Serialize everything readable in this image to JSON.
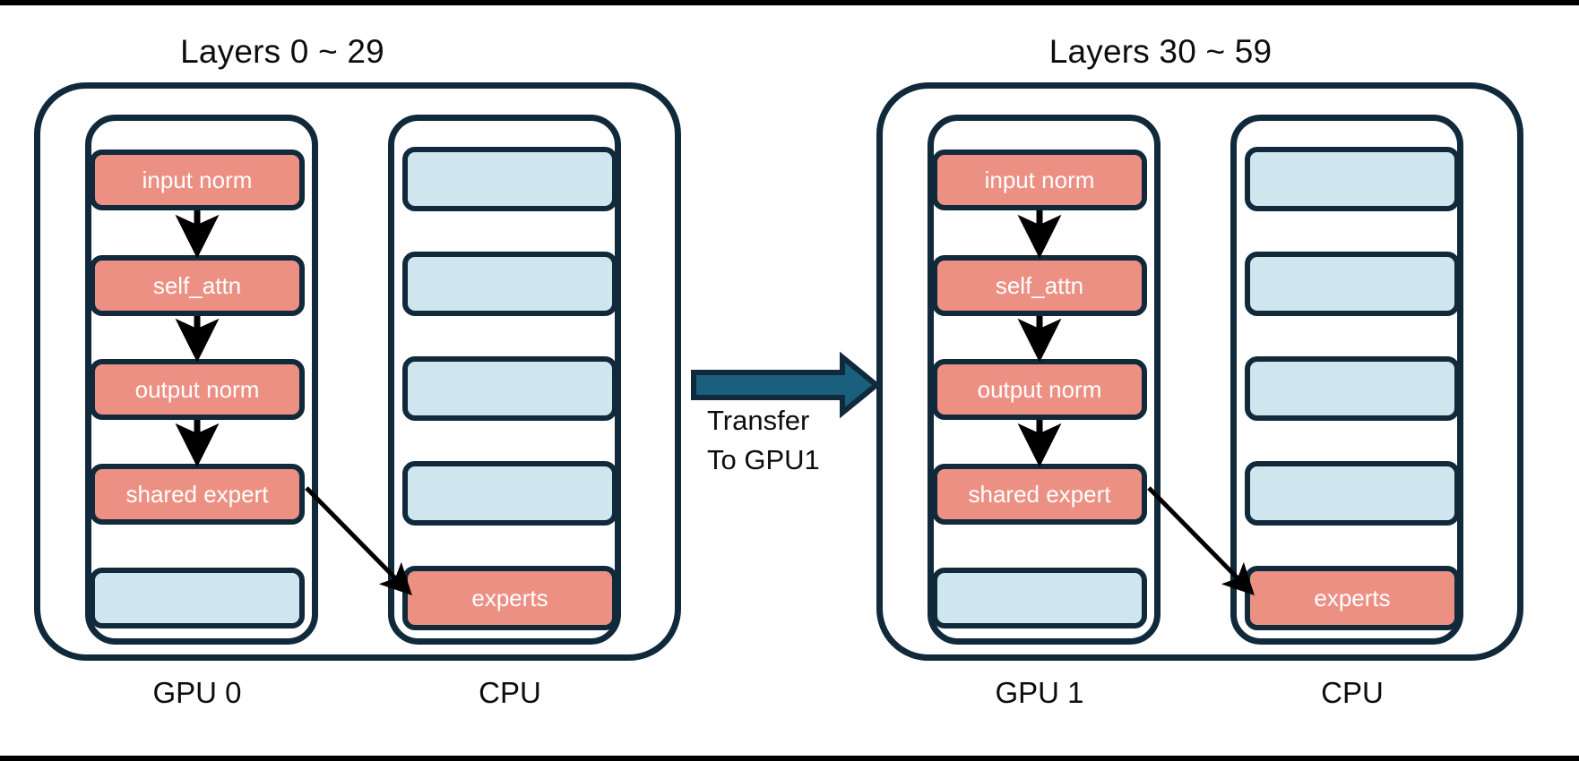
{
  "figure": {
    "kind": "architecture-diagram",
    "background": "#ffffff"
  },
  "palette": {
    "stroke_navy": "#10293b",
    "active_block": "#ec9083",
    "idle_block": "#cfe6ee",
    "transfer_arrow": "#1a5f7e",
    "flow_arrow": "#000000",
    "block_text": "#ffffff",
    "label_text": "#0d0d0d"
  },
  "panels": [
    {
      "id": "panel-left",
      "title": "Layers 0 ~ 29",
      "columns": [
        {
          "id": "gpu0-column",
          "label": "GPU 0",
          "slots": [
            {
              "label": "input norm",
              "state": "active"
            },
            {
              "label": "self_attn",
              "state": "active"
            },
            {
              "label": "output norm",
              "state": "active"
            },
            {
              "label": "shared expert",
              "state": "active"
            },
            {
              "label": "",
              "state": "idle"
            }
          ]
        },
        {
          "id": "cpu0-column",
          "label": "CPU",
          "slots": [
            {
              "label": "",
              "state": "idle"
            },
            {
              "label": "",
              "state": "idle"
            },
            {
              "label": "",
              "state": "idle"
            },
            {
              "label": "",
              "state": "idle"
            },
            {
              "label": "experts",
              "state": "active"
            }
          ]
        }
      ]
    },
    {
      "id": "panel-right",
      "title": "Layers 30 ~ 59",
      "columns": [
        {
          "id": "gpu1-column",
          "label": "GPU 1",
          "slots": [
            {
              "label": "input norm",
              "state": "active"
            },
            {
              "label": "self_attn",
              "state": "active"
            },
            {
              "label": "output norm",
              "state": "active"
            },
            {
              "label": "shared expert",
              "state": "active"
            },
            {
              "label": "",
              "state": "idle"
            }
          ]
        },
        {
          "id": "cpu1-column",
          "label": "CPU",
          "slots": [
            {
              "label": "",
              "state": "idle"
            },
            {
              "label": "",
              "state": "idle"
            },
            {
              "label": "",
              "state": "idle"
            },
            {
              "label": "",
              "state": "idle"
            },
            {
              "label": "experts",
              "state": "active"
            }
          ]
        }
      ]
    }
  ],
  "transfer": {
    "label_line1": "Transfer",
    "label_line2": "To GPU1",
    "direction": "left-to-right",
    "from": "GPU 0",
    "to": "GPU 1"
  },
  "flows": {
    "vertical_note": "input norm -> self_attn -> output norm -> shared expert",
    "diagonal_note": "shared expert -> experts"
  }
}
